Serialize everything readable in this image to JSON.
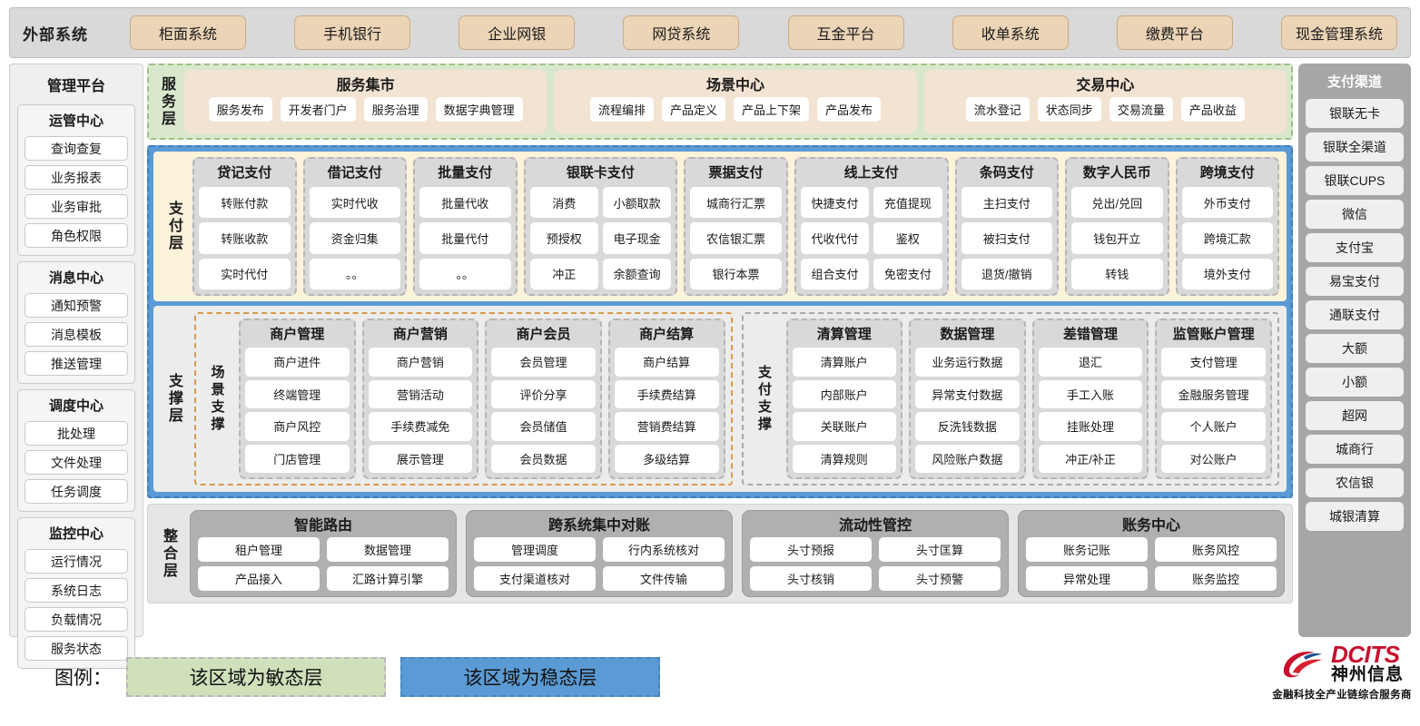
{
  "external": {
    "title": "外部系统",
    "items": [
      "柜面系统",
      "手机银行",
      "企业网银",
      "网贷系统",
      "互金平台",
      "收单系统",
      "缴费平台",
      "现金管理系统"
    ]
  },
  "admin": {
    "title": "管理平台",
    "groups": [
      {
        "title": "运管中心",
        "items": [
          "查询查复",
          "业务报表",
          "业务审批",
          "角色权限"
        ]
      },
      {
        "title": "消息中心",
        "items": [
          "通知预警",
          "消息模板",
          "推送管理"
        ]
      },
      {
        "title": "调度中心",
        "items": [
          "批处理",
          "文件处理",
          "任务调度"
        ]
      },
      {
        "title": "监控中心",
        "items": [
          "运行情况",
          "系统日志",
          "负载情况",
          "服务状态"
        ]
      }
    ]
  },
  "channels": {
    "title": "支付渠道",
    "items": [
      "银联无卡",
      "银联全渠道",
      "银联CUPS",
      "微信",
      "支付宝",
      "易宝支付",
      "通联支付",
      "大额",
      "小额",
      "超网",
      "城商行",
      "农信银",
      "城银清算"
    ]
  },
  "service_layer": {
    "label": "服务层",
    "groups": [
      {
        "title": "服务集市",
        "items": [
          "服务发布",
          "开发者门户",
          "服务治理",
          "数据字典管理"
        ]
      },
      {
        "title": "场景中心",
        "items": [
          "流程编排",
          "产品定义",
          "产品上下架",
          "产品发布"
        ]
      },
      {
        "title": "交易中心",
        "items": [
          "流水登记",
          "状态同步",
          "交易流量",
          "产品收益"
        ]
      }
    ]
  },
  "payment_layer": {
    "label": "支付层",
    "columns": [
      {
        "title": "贷记支付",
        "cols": 1,
        "rows": [
          [
            "转账付款"
          ],
          [
            "转账收款"
          ],
          [
            "实时代付"
          ]
        ]
      },
      {
        "title": "借记支付",
        "cols": 1,
        "rows": [
          [
            "实时代收"
          ],
          [
            "资金归集"
          ],
          [
            "。。"
          ]
        ]
      },
      {
        "title": "批量支付",
        "cols": 1,
        "rows": [
          [
            "批量代收"
          ],
          [
            "批量代付"
          ],
          [
            "。。"
          ]
        ]
      },
      {
        "title": "银联卡支付",
        "cols": 2,
        "rows": [
          [
            "消费",
            "小额取款"
          ],
          [
            "预授权",
            "电子现金"
          ],
          [
            "冲正",
            "余额查询"
          ]
        ]
      },
      {
        "title": "票据支付",
        "cols": 1,
        "rows": [
          [
            "城商行汇票"
          ],
          [
            "农信银汇票"
          ],
          [
            "银行本票"
          ]
        ]
      },
      {
        "title": "线上支付",
        "cols": 2,
        "rows": [
          [
            "快捷支付",
            "充值提现"
          ],
          [
            "代收代付",
            "鉴权"
          ],
          [
            "组合支付",
            "免密支付"
          ]
        ]
      },
      {
        "title": "条码支付",
        "cols": 1,
        "rows": [
          [
            "主扫支付"
          ],
          [
            "被扫支付"
          ],
          [
            "退货/撤销"
          ]
        ]
      },
      {
        "title": "数字人民币",
        "cols": 1,
        "rows": [
          [
            "兑出/兑回"
          ],
          [
            "钱包开立"
          ],
          [
            "转钱"
          ]
        ]
      },
      {
        "title": "跨境支付",
        "cols": 1,
        "rows": [
          [
            "外币支付"
          ],
          [
            "跨境汇款"
          ],
          [
            "境外支付"
          ]
        ]
      }
    ]
  },
  "support_layer": {
    "label": "支撑层",
    "boxes": [
      {
        "label": "场景支撑",
        "columns": [
          {
            "title": "商户管理",
            "items": [
              "商户进件",
              "终端管理",
              "商户风控",
              "门店管理"
            ]
          },
          {
            "title": "商户营销",
            "items": [
              "商户营销",
              "营销活动",
              "手续费减免",
              "展示管理"
            ]
          },
          {
            "title": "商户会员",
            "items": [
              "会员管理",
              "评价分享",
              "会员储值",
              "会员数据"
            ]
          },
          {
            "title": "商户结算",
            "items": [
              "商户结算",
              "手续费结算",
              "营销费结算",
              "多级结算"
            ]
          }
        ]
      },
      {
        "label": "支付支撑",
        "columns": [
          {
            "title": "清算管理",
            "items": [
              "清算账户",
              "内部账户",
              "关联账户",
              "清算规则"
            ]
          },
          {
            "title": "数据管理",
            "items": [
              "业务运行数据",
              "异常支付数据",
              "反洗钱数据",
              "风险账户数据"
            ]
          },
          {
            "title": "差错管理",
            "items": [
              "退汇",
              "手工入账",
              "挂账处理",
              "冲正/补正"
            ]
          },
          {
            "title": "监管账户管理",
            "items": [
              "支付管理",
              "金融服务管理",
              "个人账户",
              "对公账户"
            ]
          }
        ]
      }
    ]
  },
  "integration_layer": {
    "label": "整合层",
    "groups": [
      {
        "title": "智能路由",
        "rows": [
          [
            "租户管理",
            "数据管理"
          ],
          [
            "产品接入",
            "汇路计算引擎"
          ]
        ]
      },
      {
        "title": "跨系统集中对账",
        "rows": [
          [
            "管理调度",
            "行内系统核对"
          ],
          [
            "支付渠道核对",
            "文件传输"
          ]
        ]
      },
      {
        "title": "流动性管控",
        "rows": [
          [
            "头寸预报",
            "头寸匡算"
          ],
          [
            "头寸核销",
            "头寸预警"
          ]
        ]
      },
      {
        "title": "账务中心",
        "rows": [
          [
            "账务记账",
            "账务风控"
          ],
          [
            "异常处理",
            "账务监控"
          ]
        ]
      }
    ]
  },
  "legend": {
    "label": "图例：",
    "agile": "该区域为敏态层",
    "stable": "该区域为稳态层",
    "agile_color": "#cfe0bb",
    "stable_color": "#5b9bd5"
  },
  "logo": {
    "en": "DCITS",
    "cn": "神州信息",
    "tagline": "金融科技全产业链综合服务商",
    "brand_color": "#c8102e"
  }
}
